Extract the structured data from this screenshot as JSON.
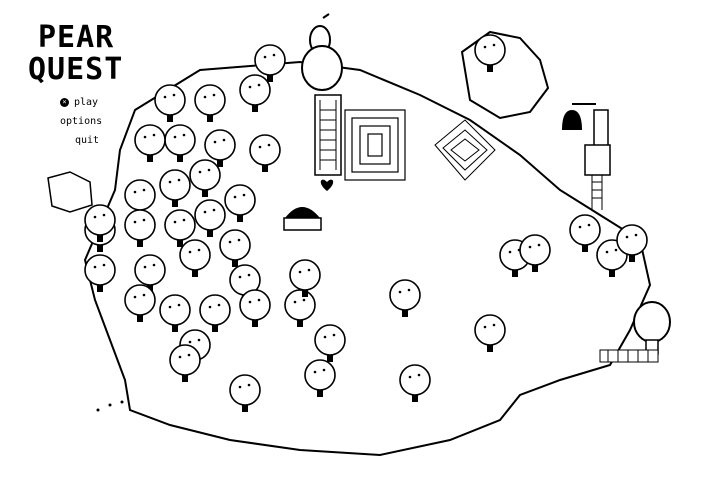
{
  "game": {
    "title_line1": "PEAR",
    "title_line2": "QUEST"
  },
  "menu": {
    "items": [
      {
        "label": "play",
        "selected": true
      },
      {
        "label": "options",
        "selected": false
      },
      {
        "label": "quit",
        "selected": false
      }
    ],
    "cursor_glyph": "×"
  },
  "colors": {
    "background": "#ffffff",
    "ink": "#000000"
  },
  "icons": [
    "pear-icon",
    "bell-icon",
    "heart-icon",
    "mirror-icon",
    "tree-icon",
    "cursor-icon"
  ]
}
